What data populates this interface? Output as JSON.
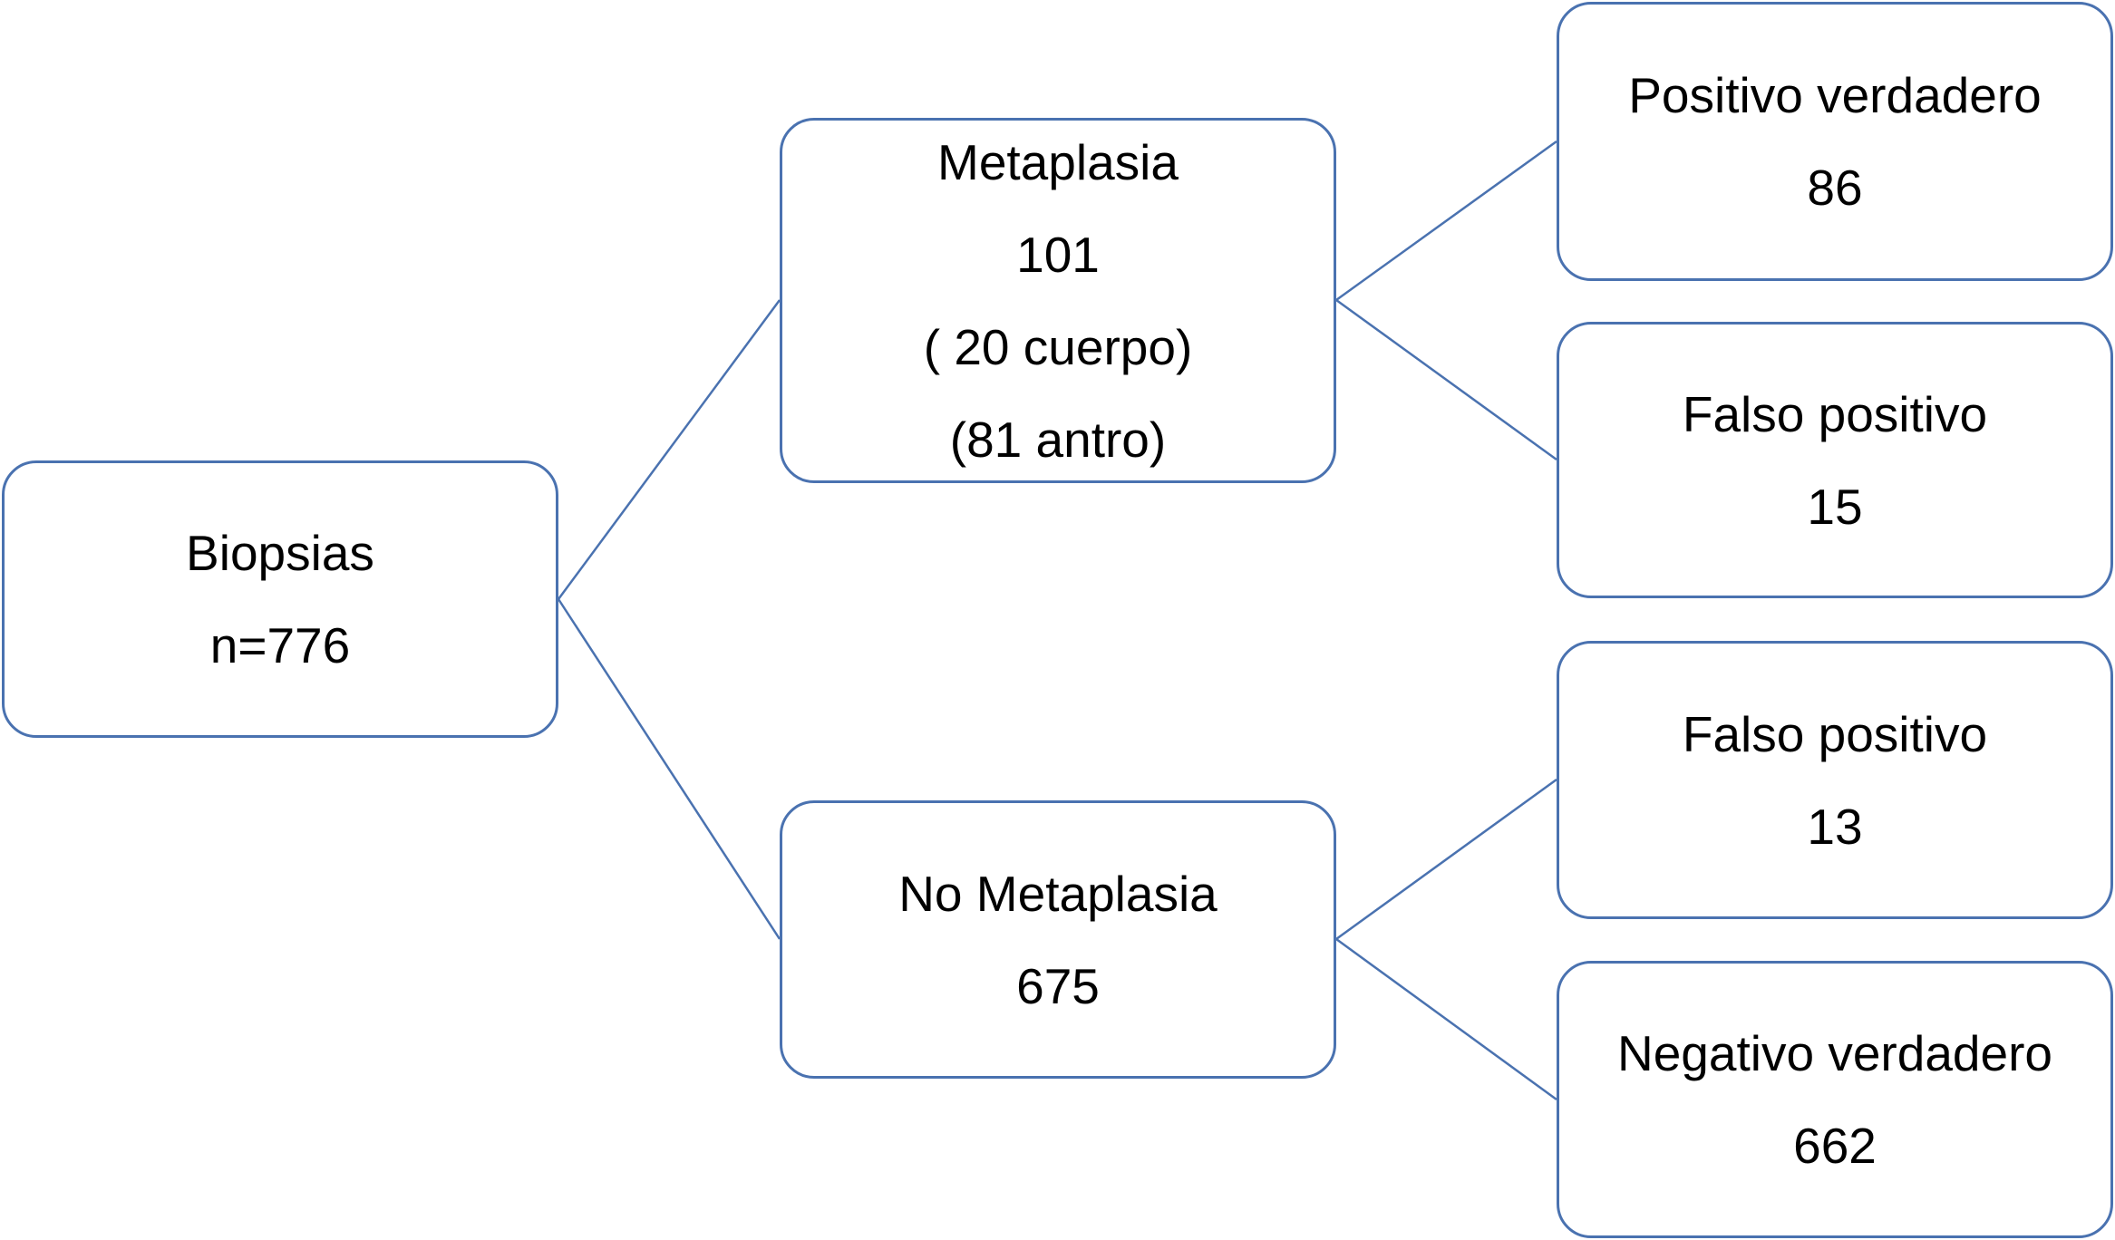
{
  "colors": {
    "box_border": "#4a72b0",
    "connector": "#4a72b0",
    "text": "#000000",
    "background": "#ffffff"
  },
  "nodes": {
    "biopsias": {
      "lines": [
        "Biopsias",
        "n=776"
      ]
    },
    "metaplasia": {
      "lines": [
        "Metaplasia",
        "101",
        "( 20 cuerpo)",
        "(81 antro)"
      ]
    },
    "no_metaplasia": {
      "lines": [
        "No Metaplasia",
        "675"
      ]
    },
    "positivo_verdadero": {
      "lines": [
        "Positivo verdadero",
        "86"
      ]
    },
    "falso_positivo_1": {
      "lines": [
        "Falso positivo",
        "15"
      ]
    },
    "falso_positivo_2": {
      "lines": [
        "Falso positivo",
        "13"
      ]
    },
    "negativo_verdadero": {
      "lines": [
        "Negativo verdadero",
        "662"
      ]
    }
  }
}
